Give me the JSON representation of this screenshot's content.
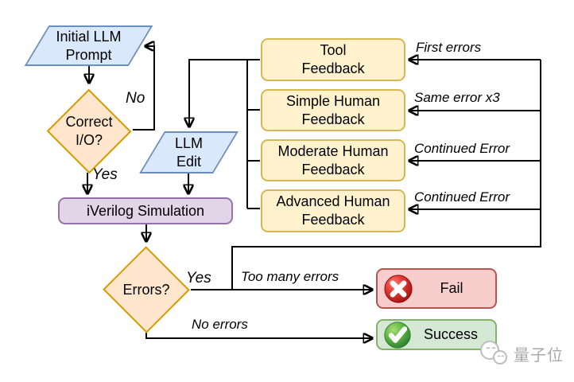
{
  "colors": {
    "blue_fill": "#DAE8FC",
    "blue_stroke": "#6C8EBF",
    "yellow_fill": "#FFF2CC",
    "yellow_stroke": "#D6B656",
    "orange_fill": "#FFE6CC",
    "orange_stroke": "#D79B00",
    "purple_fill": "#E1D5E7",
    "purple_stroke": "#9673A6",
    "red_fill": "#F8CECC",
    "red_stroke": "#B85450",
    "green_fill": "#D5E8D4",
    "green_stroke": "#82B366",
    "line": "#000000",
    "fail_icon": "#CC1F1A",
    "success_icon": "#4CAF50",
    "watermark": "#A8A8A8"
  },
  "nodes": {
    "initial_prompt": "Initial LLM\nPrompt",
    "correct_io": "Correct\nI/O?",
    "llm_edit": "LLM\nEdit",
    "iverilog": "iVerilog Simulation",
    "tool_feedback": "Tool\nFeedback",
    "simple_feedback": "Simple Human\nFeedback",
    "moderate_feedback": "Moderate Human\nFeedback",
    "advanced_feedback": "Advanced Human\nFeedback",
    "errors": "Errors?",
    "fail": "Fail",
    "success": "Success"
  },
  "edge_labels": {
    "no": "No",
    "yes_io": "Yes",
    "yes_errors": "Yes",
    "first_errors": "First errors",
    "same_error": "Same error x3",
    "continued_error_moderate": "Continued Error",
    "continued_error_advanced": "Continued Error",
    "too_many_errors": "Too many errors",
    "no_errors": "No errors"
  },
  "watermark": {
    "text": "量子位"
  }
}
